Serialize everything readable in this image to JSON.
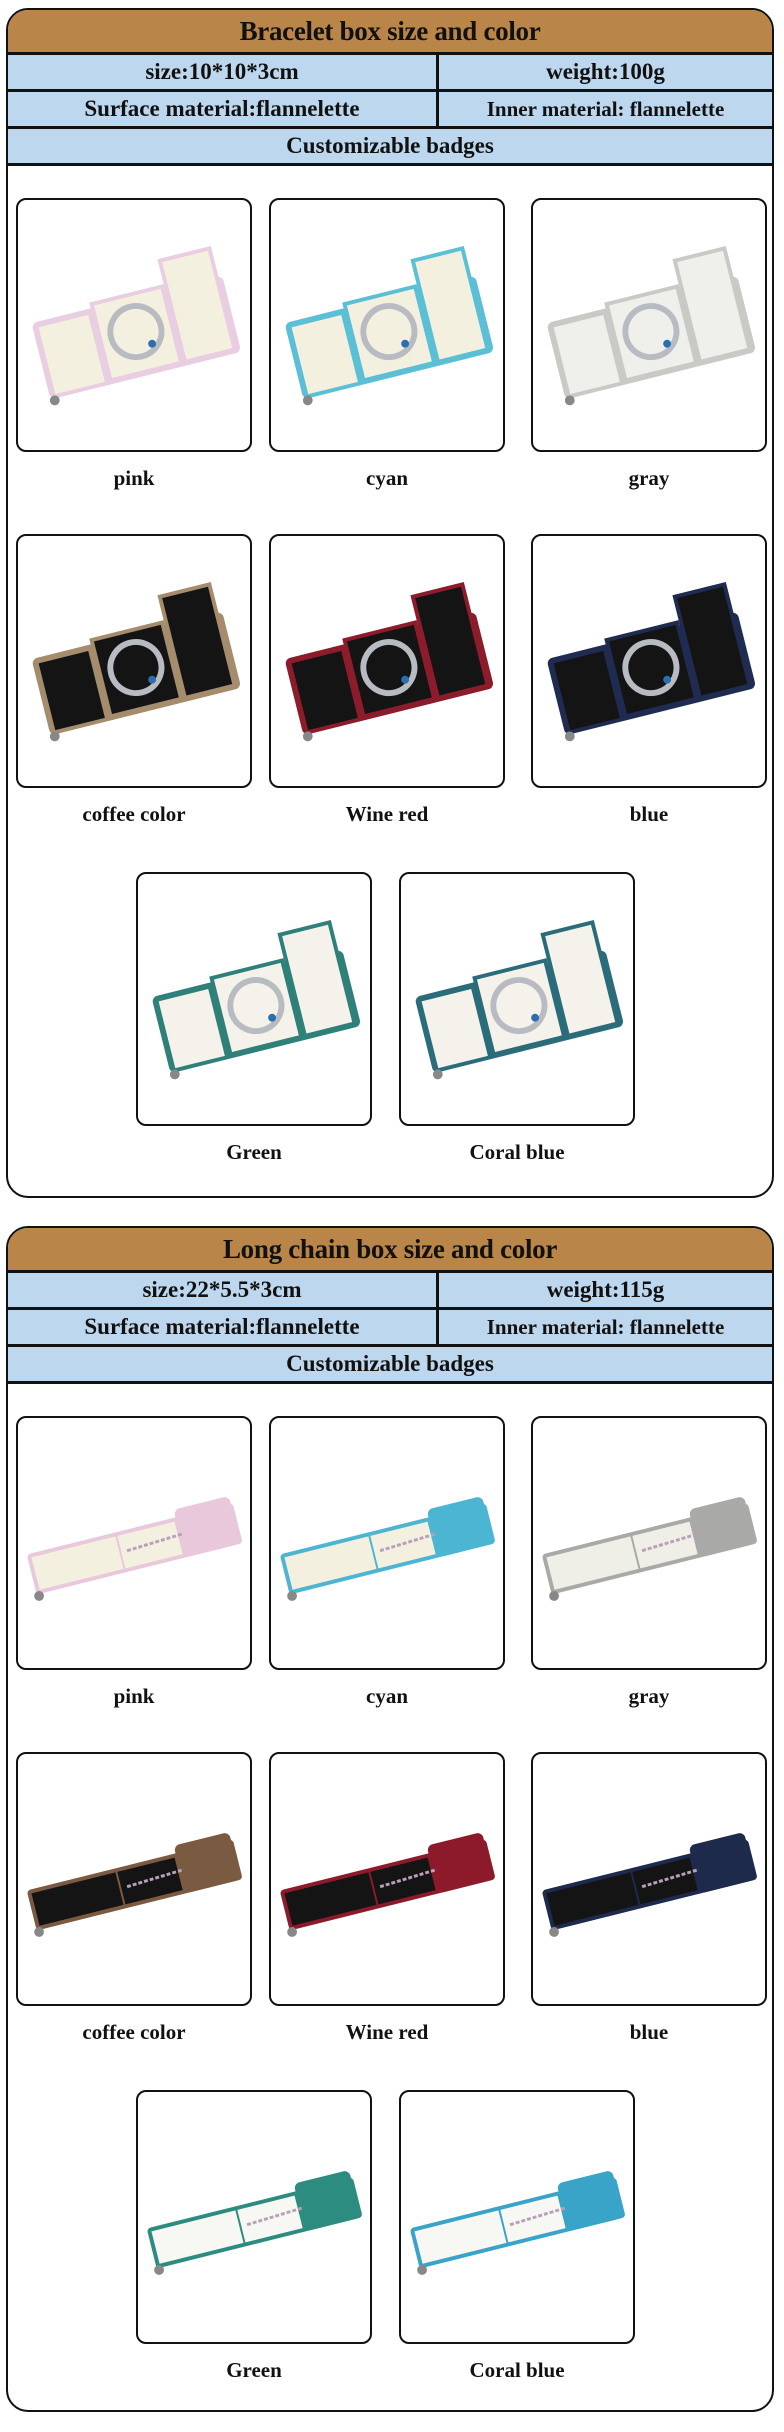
{
  "sections": [
    {
      "title": "Bracelet box size and color",
      "size": "size:10*10*3cm",
      "weight": "weight:100g",
      "surface": "Surface material:flannelette",
      "inner": "Inner material: flannelette",
      "badges": "Customizable badges",
      "style": "bracelet",
      "items": [
        {
          "label": "pink",
          "outer": "#e9cde0",
          "inner": "#f4f0e0"
        },
        {
          "label": "cyan",
          "outer": "#5bc0d6",
          "inner": "#f4f0e0"
        },
        {
          "label": "gray",
          "outer": "#c9c9c5",
          "inner": "#efefec"
        },
        {
          "label": "coffee color",
          "outer": "#a48c6c",
          "inner": "#141414"
        },
        {
          "label": "Wine red",
          "outer": "#8c1c2c",
          "inner": "#141414"
        },
        {
          "label": "blue",
          "outer": "#1f2b50",
          "inner": "#141414"
        },
        {
          "label": "Green",
          "outer": "#2e8078",
          "inner": "#f4f2ea"
        },
        {
          "label": "Coral blue",
          "outer": "#2b6c7a",
          "inner": "#f4f2ea"
        }
      ]
    },
    {
      "title": "Long chain box size and color",
      "size": "size:22*5.5*3cm",
      "weight": "weight:115g",
      "surface": "Surface material:flannelette",
      "inner": "Inner material: flannelette",
      "badges": "Customizable badges",
      "style": "chain",
      "items": [
        {
          "label": "pink",
          "outer": "#e9c8dc",
          "inner": "#f4f0e0"
        },
        {
          "label": "cyan",
          "outer": "#4cb6d2",
          "inner": "#f4f0e0"
        },
        {
          "label": "gray",
          "outer": "#a9a9a7",
          "inner": "#efefe8"
        },
        {
          "label": "coffee color",
          "outer": "#7a5a40",
          "inner": "#141414"
        },
        {
          "label": "Wine red",
          "outer": "#8c1a2a",
          "inner": "#141414"
        },
        {
          "label": "blue",
          "outer": "#1e2a4c",
          "inner": "#141414"
        },
        {
          "label": "Green",
          "outer": "#2c8c80",
          "inner": "#f7f7f3"
        },
        {
          "label": "Coral blue",
          "outer": "#3aa3c8",
          "inner": "#f7f7f3"
        }
      ]
    }
  ]
}
